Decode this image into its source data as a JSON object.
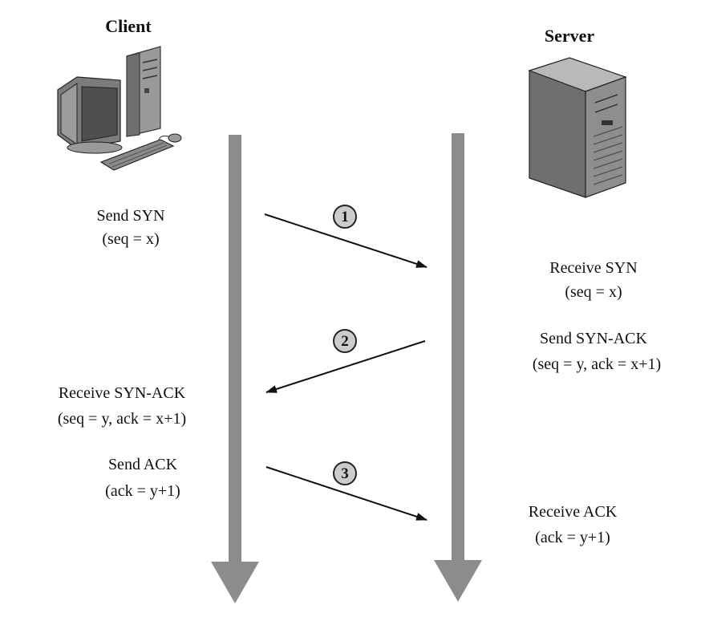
{
  "diagram": {
    "client_label": "Client",
    "server_label": "Server",
    "colors": {
      "timeline": "#8c8c8c",
      "arrow": "#111111",
      "step_badge": "#cccccc"
    },
    "steps": [
      {
        "number": "1",
        "direction": "client-to-server",
        "sender_action": "Send SYN",
        "sender_detail": "(seq = x)",
        "receiver_action": "Receive SYN",
        "receiver_detail": "(seq = x)"
      },
      {
        "number": "2",
        "direction": "server-to-client",
        "sender_action": "Send SYN-ACK",
        "sender_detail": "(seq = y, ack = x+1)",
        "receiver_action": "Receive SYN-ACK",
        "receiver_detail": "(seq = y, ack = x+1)"
      },
      {
        "number": "3",
        "direction": "client-to-server",
        "sender_action": "Send ACK",
        "sender_detail": "(ack = y+1)",
        "receiver_action": "Receive ACK",
        "receiver_detail": "(ack = y+1)"
      }
    ],
    "icons": {
      "client": "desktop-computer-icon",
      "server": "server-tower-icon"
    }
  }
}
